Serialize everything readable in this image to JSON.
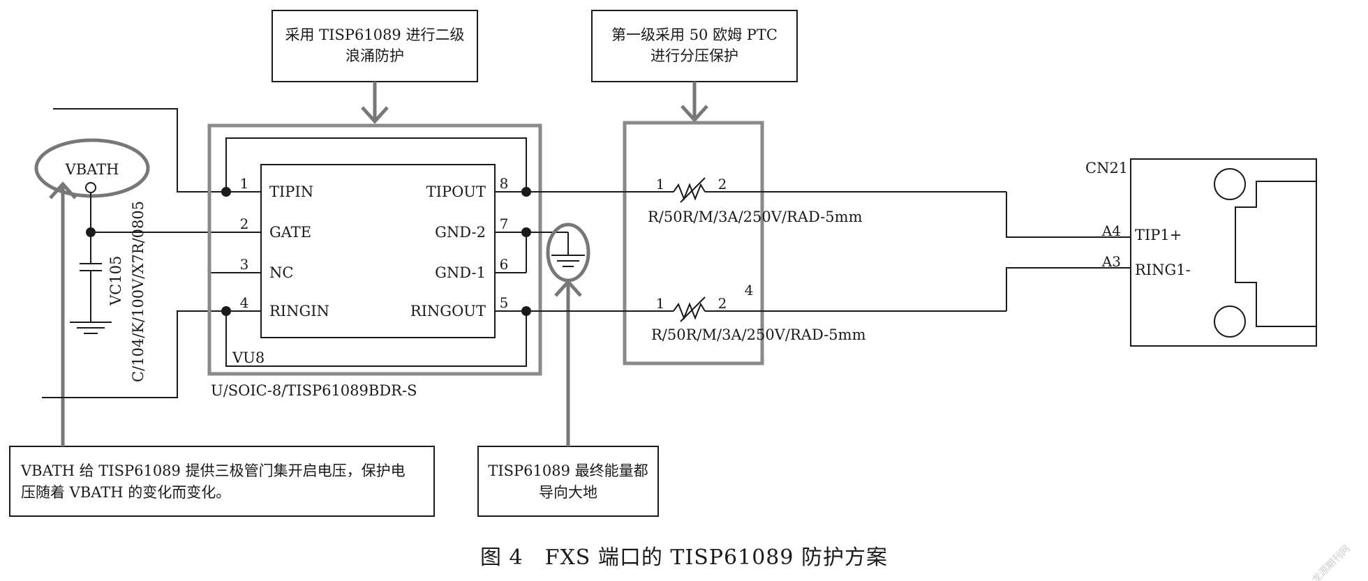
{
  "callouts": {
    "tisp_callout": [
      "采用 TISP61089 进行二级",
      "浪涌防护"
    ],
    "ptc_callout": [
      "第一级采用 50 欧姆 PTC",
      "进行分压保护"
    ],
    "vbath_callout": [
      "VBATH 给 TISP61089 提供三极管门集开启电压，保护电",
      "压随着 VBATH 的变化而变化。"
    ],
    "ground_callout": [
      "TISP61089 最终能量都",
      "导向大地"
    ]
  },
  "vbath_label": "VBATH",
  "ic": {
    "designator": "VU8",
    "part": "U/SOIC-8/TISP61089BDR-S",
    "left_pins": [
      {
        "num": "1",
        "name": "TIPIN"
      },
      {
        "num": "2",
        "name": "GATE"
      },
      {
        "num": "3",
        "name": "NC"
      },
      {
        "num": "4",
        "name": "RINGIN"
      }
    ],
    "right_pins": [
      {
        "num": "8",
        "name": "TIPOUT"
      },
      {
        "num": "7",
        "name": "GND-2"
      },
      {
        "num": "6",
        "name": "GND-1"
      },
      {
        "num": "5",
        "name": "RINGOUT"
      }
    ]
  },
  "capacitor": {
    "designator": "VC105",
    "part": "C/104/K/100V/X7R/0805"
  },
  "resistors": [
    {
      "pin1": "1",
      "pin2": "2",
      "part": "R/50R/M/3A/250V/RAD-5mm"
    },
    {
      "pin1": "1",
      "pin2": "2",
      "part": "R/50R/M/3A/250V/RAD-5mm"
    }
  ],
  "ptc_box_label": "4",
  "connector": {
    "designator": "CN21",
    "pins": [
      {
        "num": "A4",
        "name": "TIP1+"
      },
      {
        "num": "A3",
        "name": "RING1-"
      }
    ]
  },
  "caption": "图 4　FXS 端口的 TISP61089 防护方案",
  "watermark": "龙源期刊网"
}
